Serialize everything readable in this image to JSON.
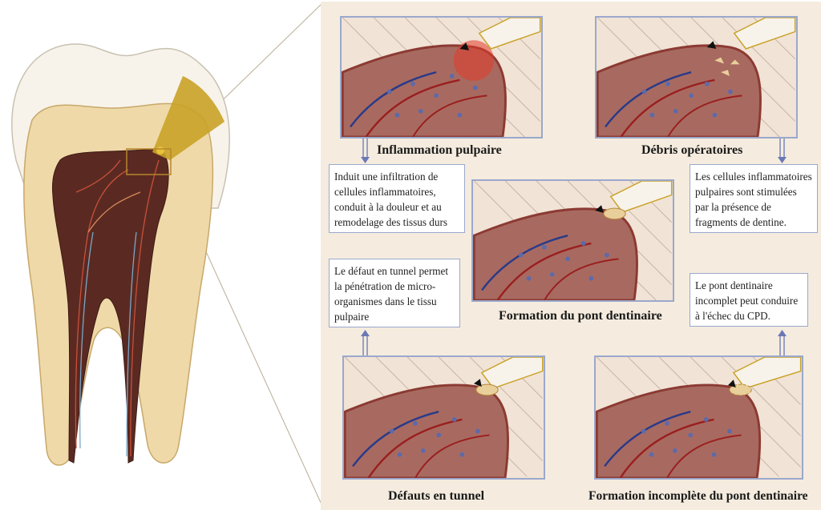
{
  "colors": {
    "panel_bg": "#f5ecdf",
    "frame": "#9aa8cc",
    "pulp": "#a86a60",
    "pulp_border": "#8b3a32",
    "dentin": "#efd9a8",
    "enamel": "#f7f3ea",
    "highlight": "#c9a227",
    "inflammation": "#e23a2a",
    "cells": "#5e6aa8",
    "vessel_red": "#9a1f1f",
    "vessel_blue": "#2a3a8a"
  },
  "panels": {
    "p1": {
      "caption": "Inflammation pulpaire",
      "icon": "inflamed-pulp-illustration"
    },
    "p2": {
      "caption": "Débris opératoires",
      "icon": "dentin-debris-illustration"
    },
    "p3": {
      "caption": "Formation du pont dentinaire",
      "icon": "dentin-bridge-illustration"
    },
    "p4": {
      "caption": "Défauts en tunnel",
      "icon": "tunnel-defect-illustration"
    },
    "p5": {
      "caption": "Formation incomplète du pont dentinaire",
      "icon": "incomplete-bridge-illustration"
    }
  },
  "notes": {
    "n1": "Induit une infiltration de cellules inflammatoires, conduit à la douleur et au remodelage des tissus durs",
    "n2": "Les cellules inflammatoires pulpaires sont stimulées par la présence de fragments de dentine.",
    "n3": "Le défaut en tunnel permet la pénétration de micro-organismes dans le tissu pulpaire",
    "n4": "Le pont dentinaire incomplet peut conduire à l'échec du CPD."
  }
}
